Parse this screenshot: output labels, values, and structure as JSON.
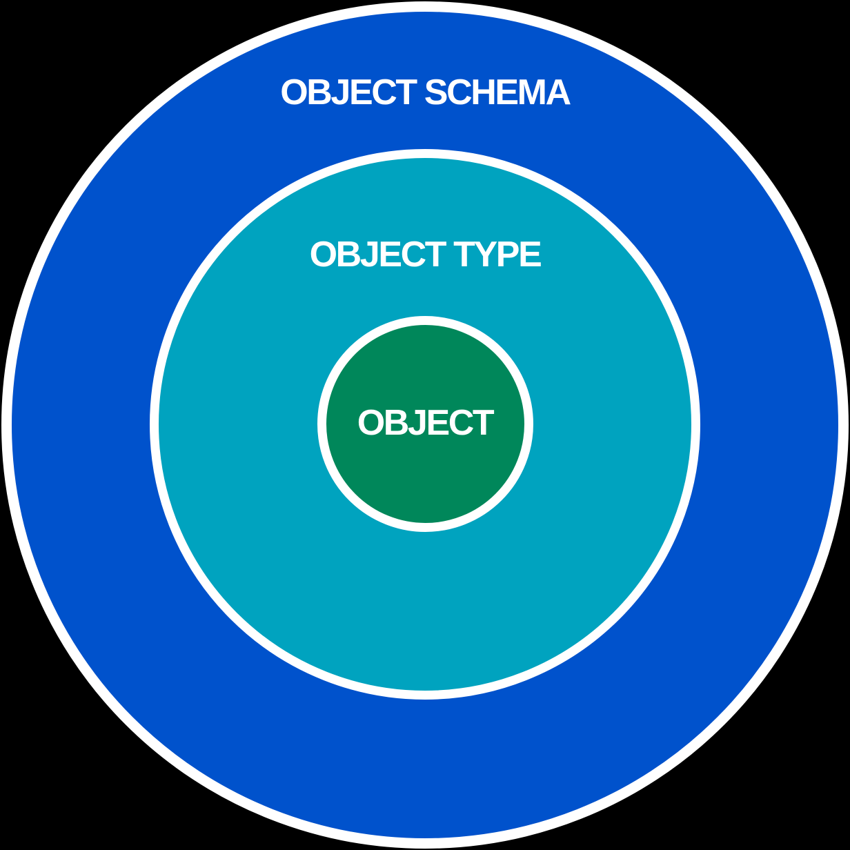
{
  "diagram": {
    "type": "concentric-circles",
    "background_color": "#000000",
    "ring_border_color": "#FFFFFF",
    "label_text_color": "#FFFFFF",
    "rings": [
      {
        "name": "object-schema",
        "label": "OBJECT SCHEMA",
        "fill": "#0052CC"
      },
      {
        "name": "object-type",
        "label": "OBJECT TYPE",
        "fill": "#00A3BF"
      },
      {
        "name": "object",
        "label": "OBJECT",
        "fill": "#00875A"
      }
    ]
  }
}
